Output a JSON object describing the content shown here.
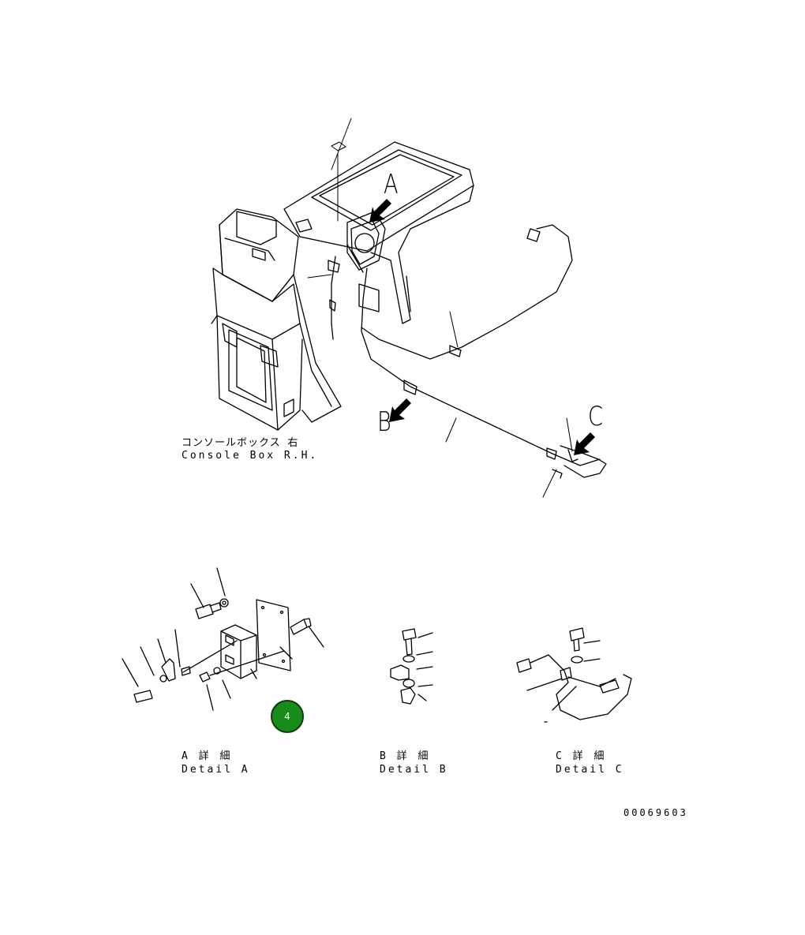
{
  "console_label": {
    "jp": "コンソールボックス 右",
    "en": "Console Box R.H."
  },
  "views": {
    "a": "A",
    "b": "B",
    "c": "C"
  },
  "details": {
    "a": {
      "jp": "A 詳 細",
      "en": "Detail A"
    },
    "b": {
      "jp": "B 詳 細",
      "en": "Detail B"
    },
    "c": {
      "jp": "C 詳 細",
      "en": "Detail C"
    }
  },
  "page_badge": "4",
  "drawing_code": "00069603",
  "colors": {
    "line": "#000000",
    "badge_fill": "#1a8a1a",
    "badge_border": "#0b3d0b"
  }
}
